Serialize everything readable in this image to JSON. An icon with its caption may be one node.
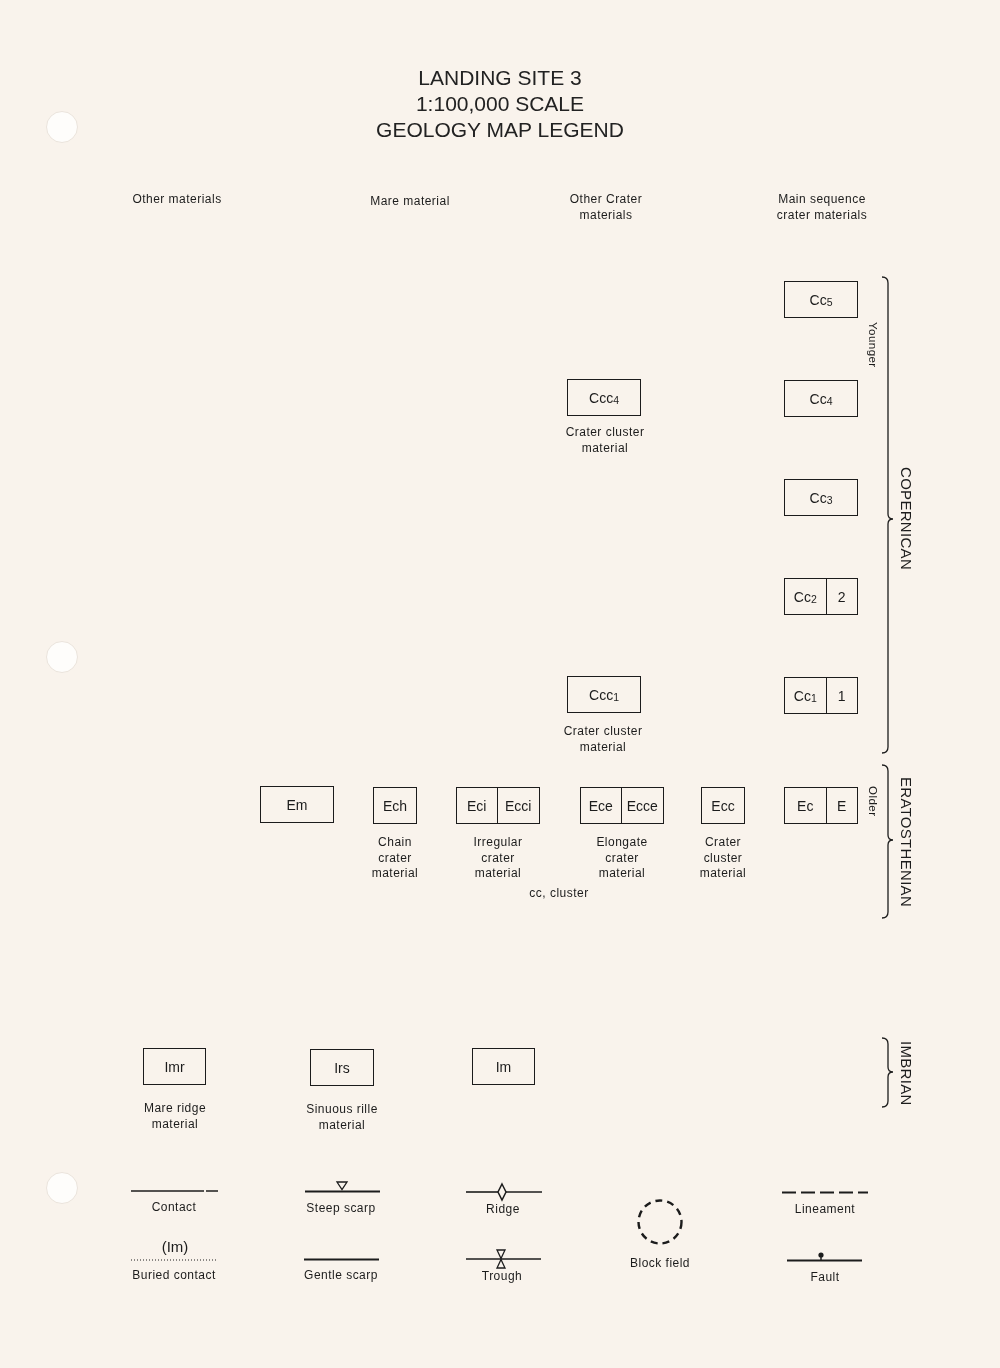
{
  "diagram": {
    "title": "LANDING SITE 3 1:100,000 SCALE GEOLOGY MAP LEGEND",
    "nodes": [
      {
        "text": [
          "Cc$_{5}$"
        ]
      },
      {
        "text": [
          "Ccc$_{4}$"
        ],
        "beside": [
          "Crater cluster material"
        ]
      },
      {
        "text": [
          "Cc$_{4}$"
        ]
      },
      {
        "text": [
          "Cc$_{3}$"
        ]
      },
      {
        "text": [
          "Cc$_{2}$",
          "2"
        ]
      },
      {
        "text": [
          "Ccc$_{1}$"
        ],
        "beside": [
          "Crater cluster material"
        ]
      },
      {
        "text": [
          "Cc$_{1}$",
          "1"
        ]
      },
      {
        "text": [
          "Em"
        ]
      },
      {
        "text": [
          "Ech"
        ],
        "beside": [
          "Chain crater material"
        ]
      },
      {
        "text": [
          "Eci",
          "Ecci"
        ],
        "beside": [
          "Irregular crater material"
        ]
      },
      {
        "text": [
          "Ece",
          "Ecce"
        ],
        "beside": [
          "Elongate crater material"
        ]
      },
      {
        "text": [
          "Ecc"
        ],
        "beside": [
          "Crater cluster material"
        ]
      },
      {
        "text": [
          "Ec",
          "E"
        ]
      },
      {
        "text": [
          "Imr"
        ],
        "beside": [
          "Mare ridge material"
        ]
      },
      {
        "text": [
          "Irs"
        ],
        "beside": [
          "Sinuous rille material"
        ]
      },
      {
        "text": [
          "Im"
        ]
      }
    ],
    "labels": [
      "Other materials",
      "Mare material",
      "Other Crater materials",
      "Main sequence crater materials",
      "Younger",
      "COPERNICAN",
      "Older",
      "ERATOSTHENIAN",
      "cc, cluster",
      "IMBRIAN",
      "(Im)"
    ],
    "legend": [
      {
        "text": "Contact"
      },
      {
        "text": "Steep scarp"
      },
      {
        "text": "Ridge"
      },
      {
        "text": "Block field"
      },
      {
        "text": "Lineament"
      },
      {
        "text": "Buried contact"
      },
      {
        "text": "Gentle scarp"
      },
      {
        "text": "Trough"
      },
      {
        "text": "Fault"
      }
    ]
  }
}
